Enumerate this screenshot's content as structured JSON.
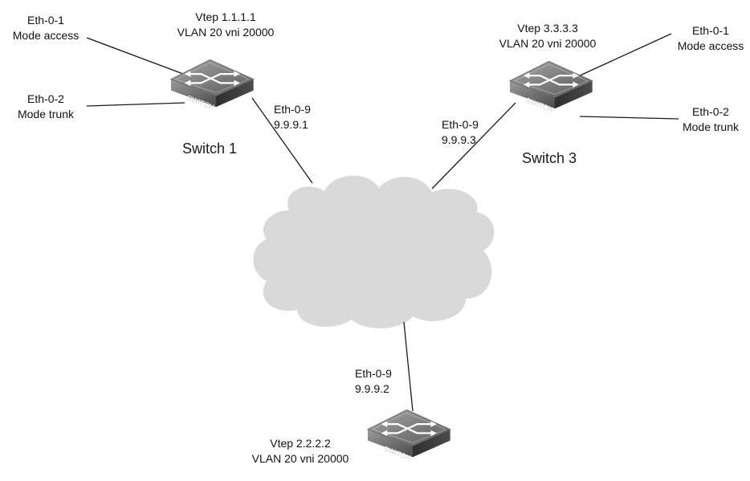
{
  "switch1": {
    "name": "Switch 1",
    "vtep": "Vtep 1.1.1.1",
    "vlan": "VLAN 20 vni 20000",
    "badge": "SWITCH",
    "port1": {
      "iface": "Eth-0-1",
      "mode": "Mode access"
    },
    "port2": {
      "iface": "Eth-0-2",
      "mode": "Mode trunk"
    },
    "uplink": {
      "iface": "Eth-0-9",
      "ip": "9.9.9.1"
    }
  },
  "switch3": {
    "name": "Switch 3",
    "vtep": "Vtep 3.3.3.3",
    "vlan": "VLAN 20 vni 20000",
    "badge": "SWITCH",
    "port1": {
      "iface": "Eth-0-1",
      "mode": "Mode access"
    },
    "port2": {
      "iface": "Eth-0-2",
      "mode": "Mode trunk"
    },
    "uplink": {
      "iface": "Eth-0-9",
      "ip": "9.9.9.3"
    }
  },
  "switch2": {
    "vtep": "Vtep 2.2.2.2",
    "vlan": "VLAN 20 vni 20000",
    "badge": "SWITCH",
    "uplink": {
      "iface": "Eth-0-9",
      "ip": "9.9.9.2"
    }
  },
  "colors": {
    "cloud": "#d9d9d9",
    "link": "#1a1a1a",
    "switch_top": "#8a8a8a",
    "switch_front": "#3c3c3c"
  }
}
